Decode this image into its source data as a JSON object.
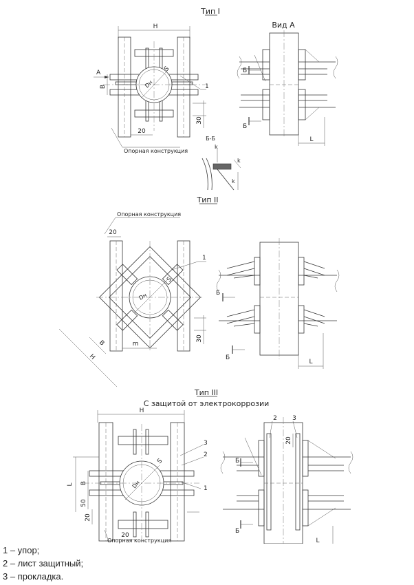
{
  "type1": {
    "title": "Тип I",
    "view_a": "Вид А",
    "dim_h": "Н",
    "arrow_a": "А",
    "dim_v": "В",
    "dim_s": "S",
    "dim_dn": "Dн",
    "dim_30": "30",
    "dim_20": "20",
    "callout_1": "1",
    "support_label": "Опорная конструкция",
    "section_b1": "Б",
    "section_b2": "Б",
    "dim_l": "L",
    "section_title": "Б-Б",
    "weld_k1": "k",
    "weld_k2": "k",
    "weld_k3": "k"
  },
  "type2": {
    "title": "Тип II",
    "support_label": "Опорная конструкция",
    "dim_20": "20",
    "callout_1": "1",
    "dim_s": "S",
    "dim_dn": "Dн",
    "dim_b": "В",
    "dim_h": "Н",
    "dim_m": "m",
    "dim_30": "30",
    "section_b1": "Б",
    "section_b2": "Б",
    "dim_l": "L"
  },
  "type3": {
    "title": "Тип III",
    "subtitle": "С защитой от электрокоррозии",
    "dim_h": "Н",
    "callout_3": "3",
    "callout_2": "2",
    "callout_1": "1",
    "dim_s": "S",
    "dim_dn": "Dн",
    "dim_l_vert": "L",
    "dim_b": "В",
    "dim_50": "50",
    "dim_20_vert": "20",
    "dim_20": "20",
    "support_label": "Опорная конструкция",
    "right_2": "2",
    "right_3": "3",
    "right_20": "20",
    "section_b1": "Б",
    "section_b2": "Б",
    "dim_l": "L"
  },
  "legend": [
    "1 – упор;",
    "2 – лист защитный;",
    "3 – прокладка."
  ]
}
